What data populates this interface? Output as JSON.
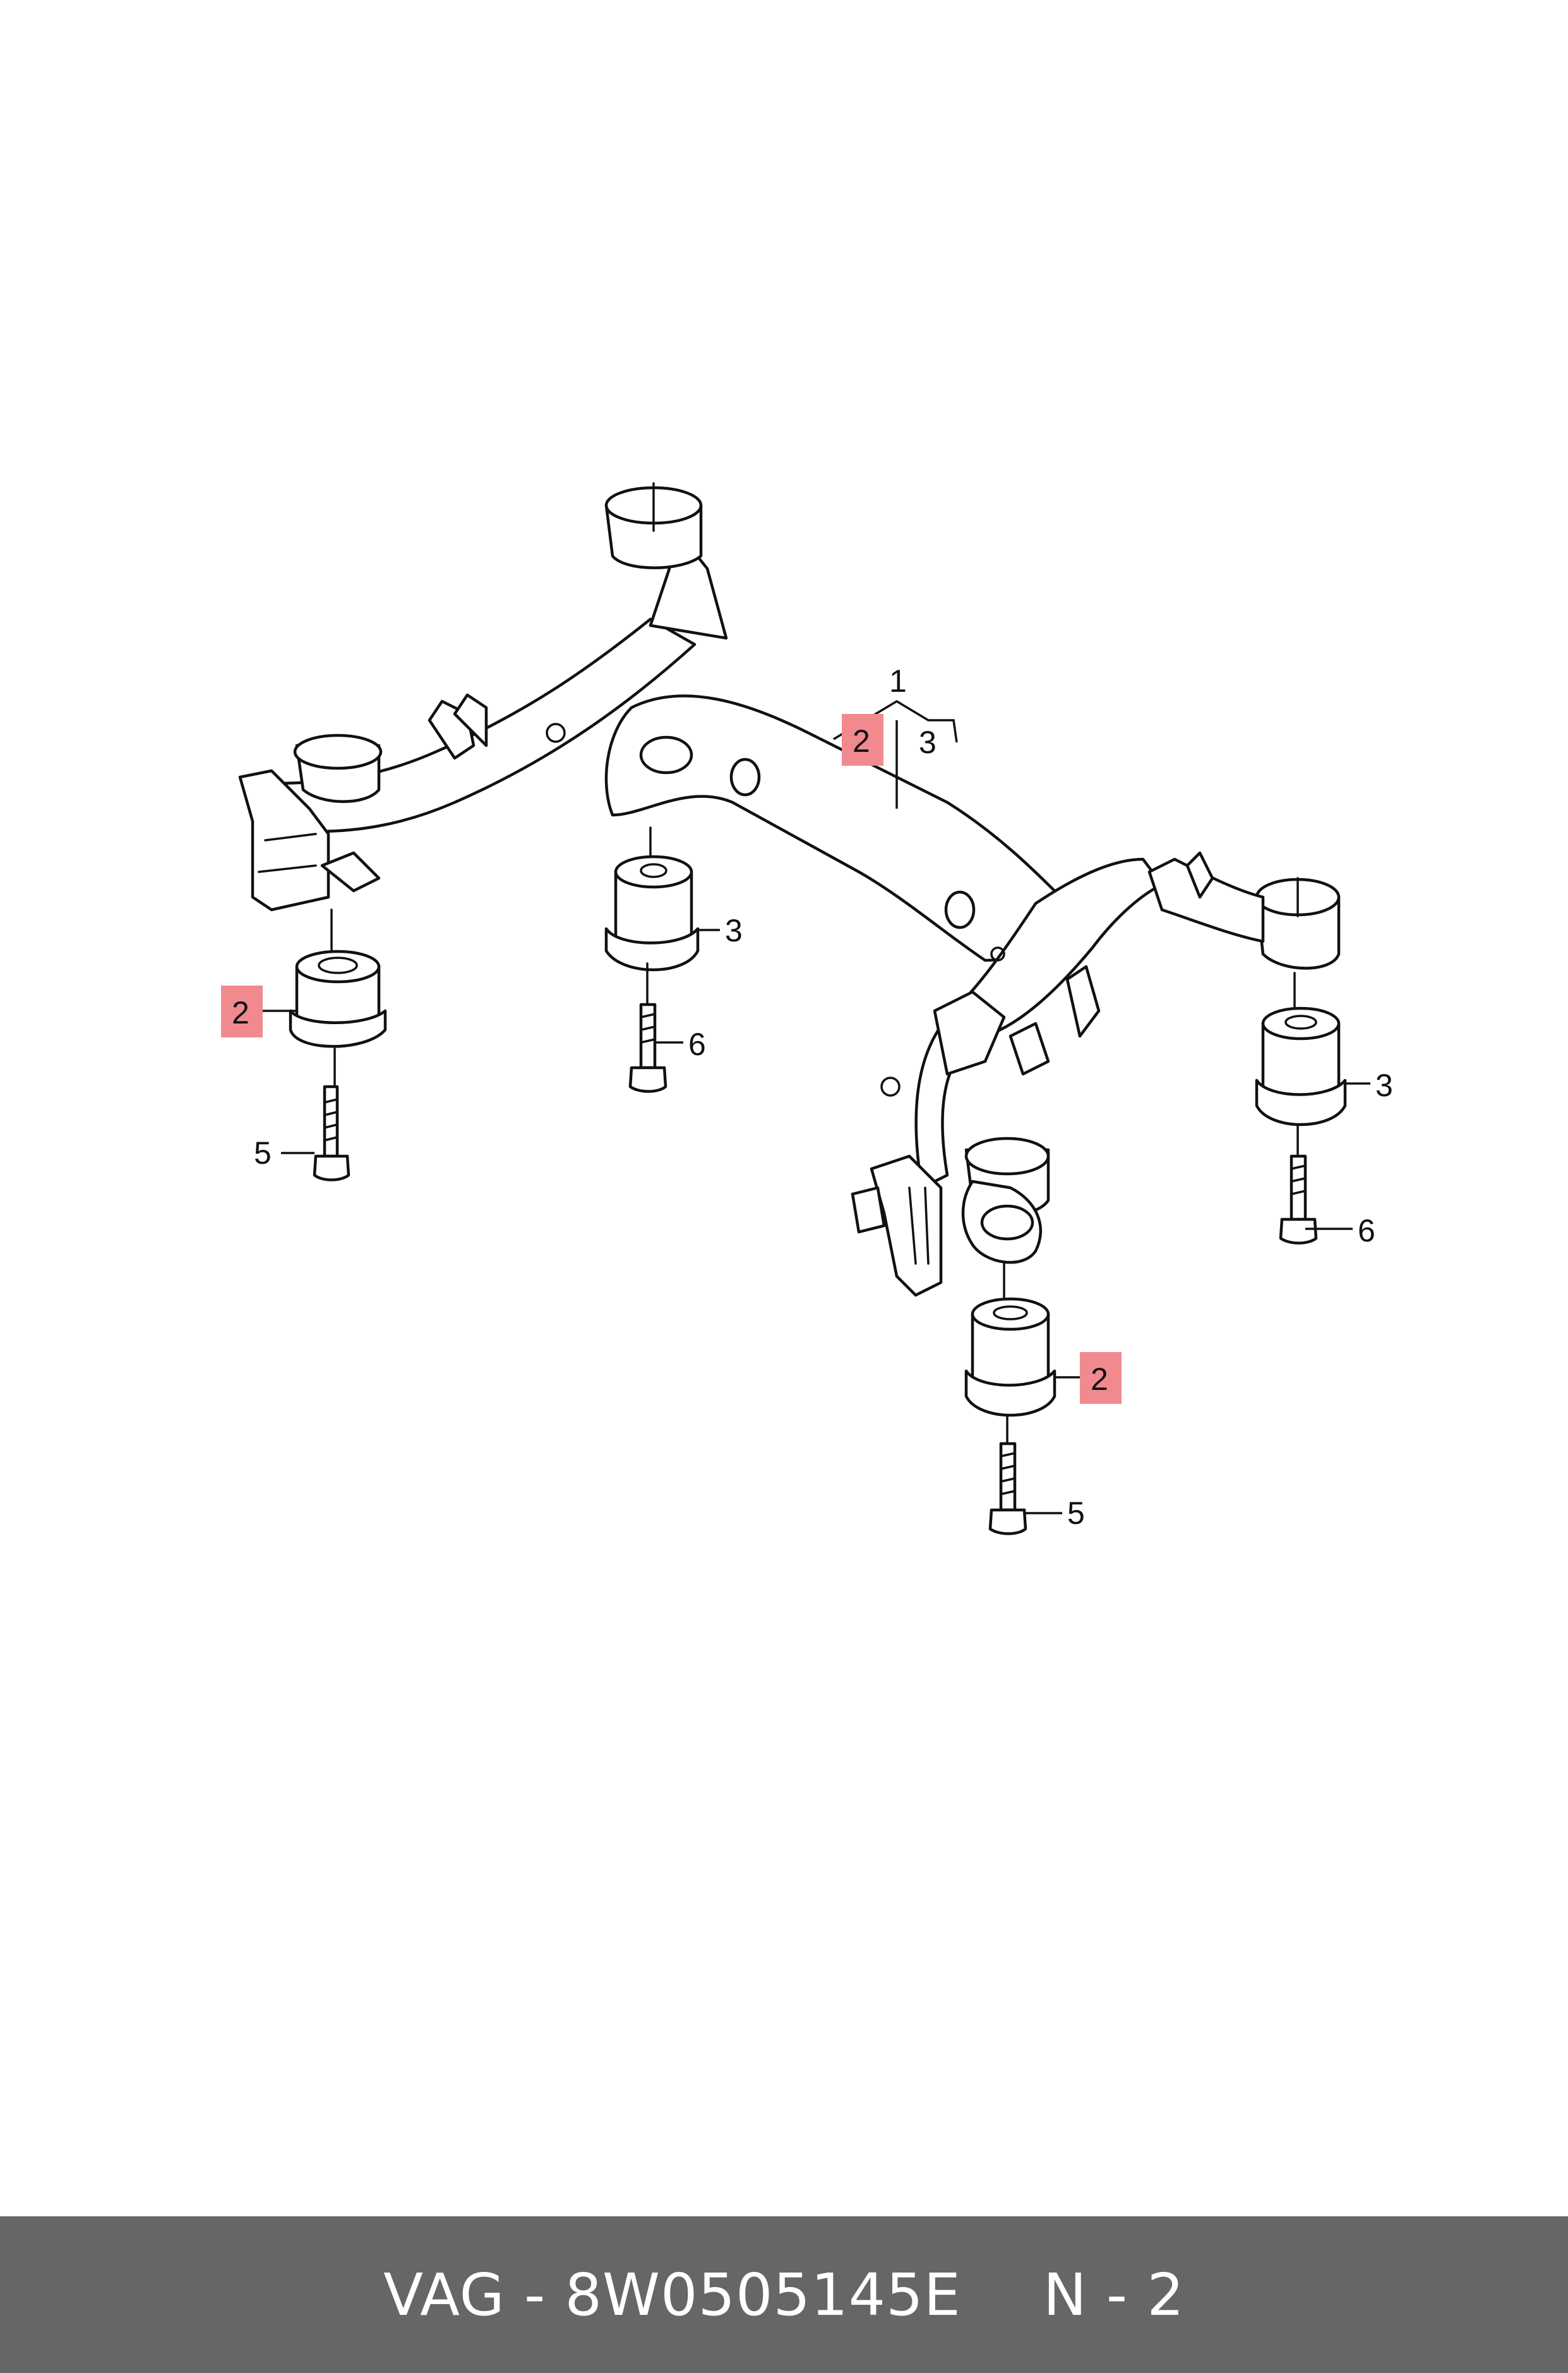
{
  "callouts": {
    "c1": "1",
    "c2_assembly": "2",
    "c3_assembly": "3",
    "c2_left": "2",
    "c5_left": "5",
    "c3_center": "3",
    "c6_center": "6",
    "c3_right": "3",
    "c6_right": "6",
    "c2_bottom": "2",
    "c5_bottom": "5"
  },
  "footer": {
    "part_ref": "VAG - 8W0505145E",
    "page_ref": "N - 2"
  },
  "colors": {
    "highlight": "#f08a8f",
    "footer_bg": "#666666",
    "footer_text": "#ffffff"
  }
}
